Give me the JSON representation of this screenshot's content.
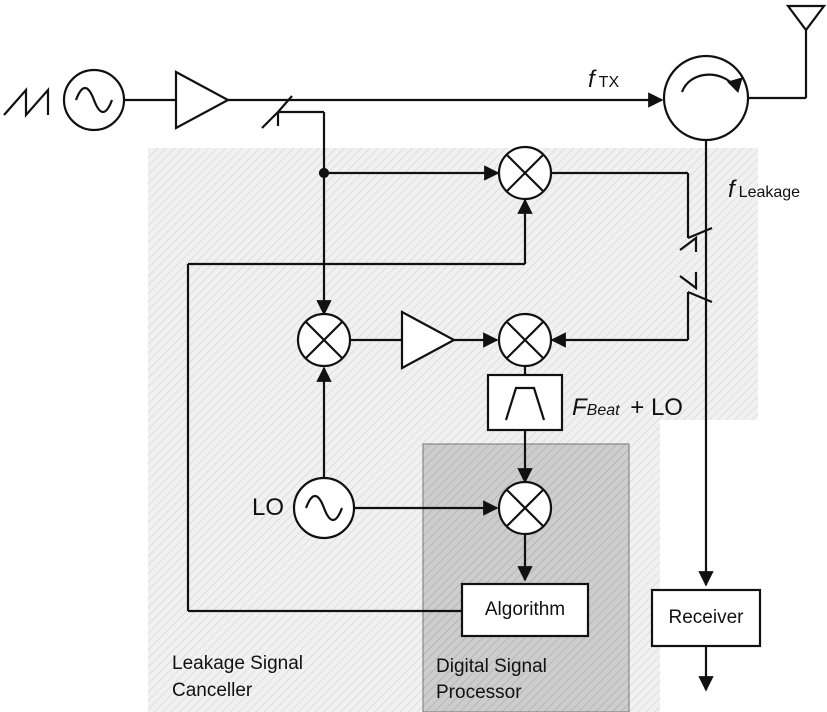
{
  "diagram": {
    "labels": {
      "f_tx": "f",
      "f_tx_sub": "TX",
      "f_leakage": "f",
      "f_leakage_sub": "Leakage",
      "f_beat": "F",
      "f_beat_sub": "Beat",
      "f_beat_suffix": "+ LO",
      "lo": "LO",
      "algorithm": "Algorithm",
      "receiver": "Receiver",
      "lsc_line1": "Leakage Signal",
      "lsc_line2": "Canceller",
      "dsp_line1": "Digital Signal",
      "dsp_line2": "Processor"
    },
    "colors": {
      "stroke": "#111111",
      "lsc_region_fill": "#eeeeee",
      "dsp_region_fill": "#c8c8c8"
    }
  }
}
